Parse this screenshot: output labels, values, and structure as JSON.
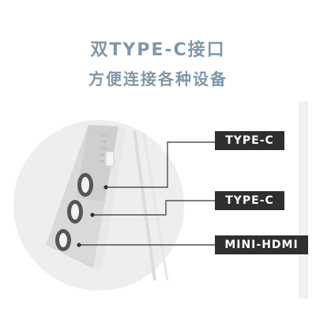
{
  "heading": {
    "line1": "双TYPE-C接口",
    "line2": "方便连接各种设备"
  },
  "ports": [
    {
      "label": "TYPE-C"
    },
    {
      "label": "TYPE-C"
    },
    {
      "label": "MINI-HDMI"
    }
  ],
  "colors": {
    "heading": "#7d97aa",
    "label_bg": "#2f2f2f",
    "label_text": "#ffffff",
    "leader_line": "#333333"
  }
}
